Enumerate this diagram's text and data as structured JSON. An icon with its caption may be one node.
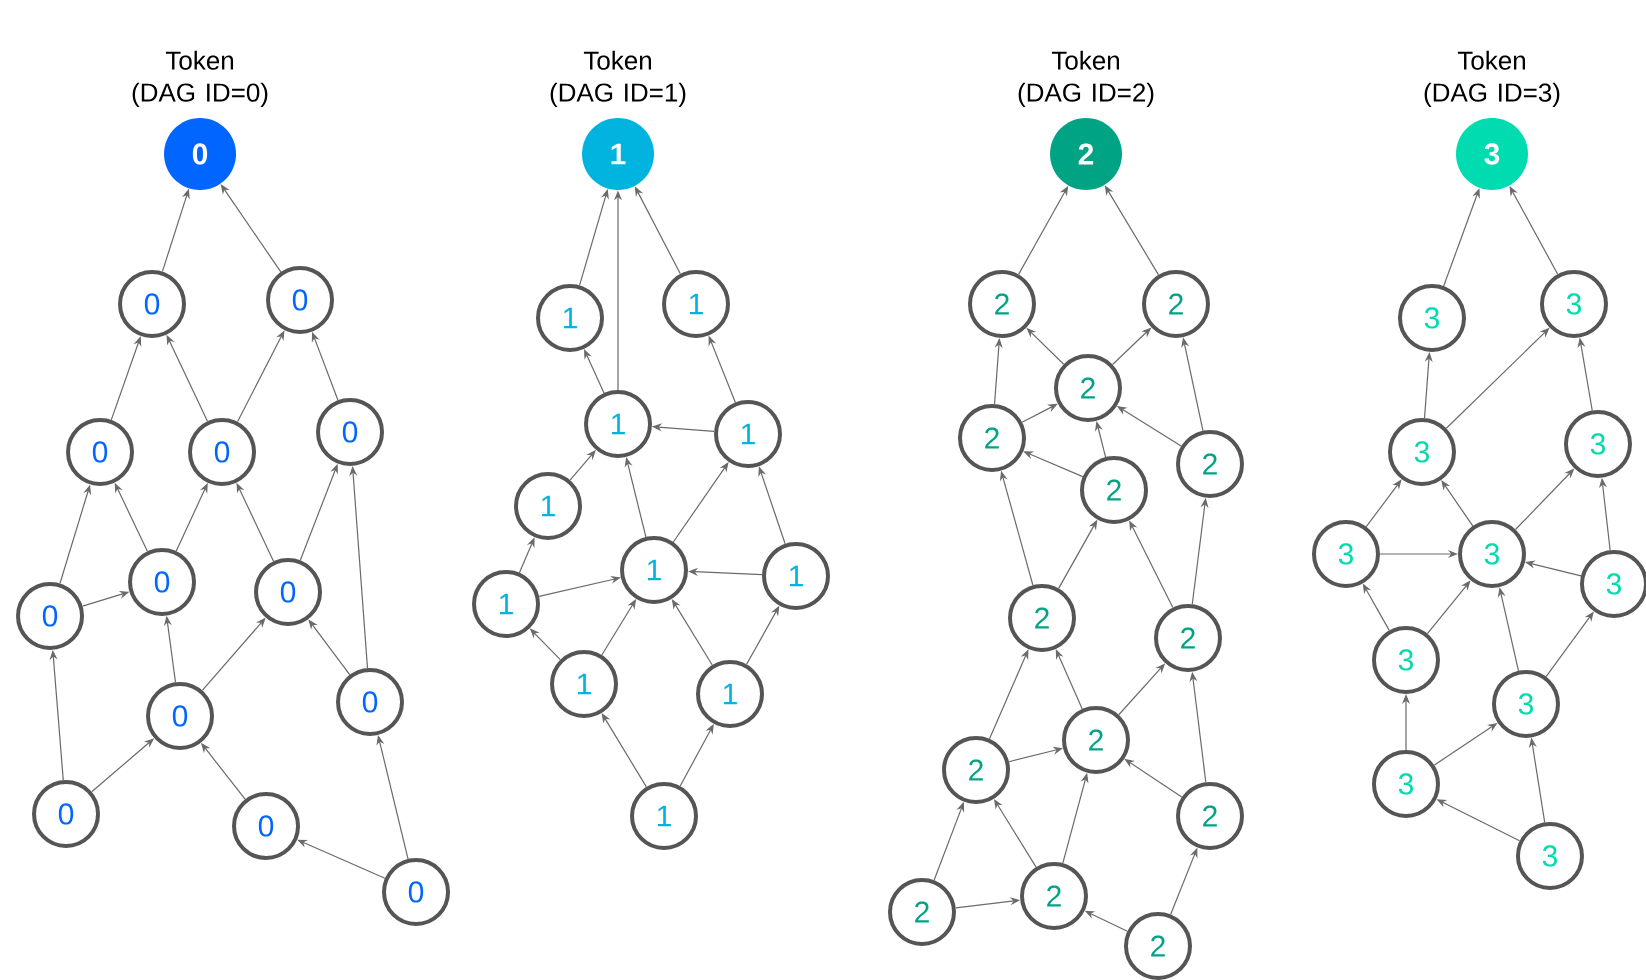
{
  "diagram": {
    "nodes": [
      {
        "text": [
          "Token (DAG ID=0)",
          "0"
        ]
      },
      {
        "text": [
          "0"
        ]
      },
      {
        "text": [
          "0"
        ]
      },
      {
        "text": [
          "0"
        ]
      },
      {
        "text": [
          "0"
        ]
      },
      {
        "text": [
          "0"
        ]
      },
      {
        "text": [
          "0"
        ]
      },
      {
        "text": [
          "0"
        ]
      },
      {
        "text": [
          "0"
        ]
      },
      {
        "text": [
          "0"
        ]
      },
      {
        "text": [
          "0"
        ]
      },
      {
        "text": [
          "0"
        ]
      },
      {
        "text": [
          "0"
        ]
      },
      {
        "text": [
          "0"
        ]
      },
      {
        "text": [
          "Token (DAG ID=1)",
          "1"
        ]
      },
      {
        "text": [
          "1"
        ]
      },
      {
        "text": [
          "1"
        ]
      },
      {
        "text": [
          "1"
        ]
      },
      {
        "text": [
          "1"
        ]
      },
      {
        "text": [
          "1"
        ]
      },
      {
        "text": [
          "1"
        ]
      },
      {
        "text": [
          "1"
        ]
      },
      {
        "text": [
          "1"
        ]
      },
      {
        "text": [
          "1"
        ]
      },
      {
        "text": [
          "1"
        ]
      },
      {
        "text": [
          "1"
        ]
      },
      {
        "text": [
          "Token (DAG ID=2)",
          "2"
        ]
      },
      {
        "text": [
          "2"
        ]
      },
      {
        "text": [
          "2"
        ]
      },
      {
        "text": [
          "2"
        ]
      },
      {
        "text": [
          "2"
        ]
      },
      {
        "text": [
          "2"
        ]
      },
      {
        "text": [
          "2"
        ]
      },
      {
        "text": [
          "2"
        ]
      },
      {
        "text": [
          "2"
        ]
      },
      {
        "text": [
          "2"
        ]
      },
      {
        "text": [
          "2"
        ]
      },
      {
        "text": [
          "2"
        ]
      },
      {
        "text": [
          "2"
        ]
      },
      {
        "text": [
          "2"
        ]
      },
      {
        "text": [
          "2"
        ]
      },
      {
        "text": [
          "Token (DAG ID=3)",
          "3"
        ]
      },
      {
        "text": [
          "3"
        ]
      },
      {
        "text": [
          "3"
        ]
      },
      {
        "text": [
          "3"
        ]
      },
      {
        "text": [
          "3"
        ]
      },
      {
        "text": [
          "3"
        ]
      },
      {
        "text": [
          "3"
        ]
      },
      {
        "text": [
          "3"
        ]
      },
      {
        "text": [
          "3"
        ]
      },
      {
        "text": [
          "3"
        ]
      },
      {
        "text": [
          "3"
        ]
      },
      {
        "text": [
          "3"
        ]
      }
    ],
    "edges": [
      {
        "from": 1,
        "to": 0,
        "arrow": "to"
      },
      {
        "from": 2,
        "to": 0,
        "arrow": "to"
      },
      {
        "from": 3,
        "to": 1,
        "arrow": "to"
      },
      {
        "from": 4,
        "to": 1,
        "arrow": "to"
      },
      {
        "from": 4,
        "to": 2,
        "arrow": "to"
      },
      {
        "from": 5,
        "to": 2,
        "arrow": "to"
      },
      {
        "from": 6,
        "to": 3,
        "arrow": "to"
      },
      {
        "from": 6,
        "to": 4,
        "arrow": "to"
      },
      {
        "from": 7,
        "to": 4,
        "arrow": "to"
      },
      {
        "from": 7,
        "to": 5,
        "arrow": "to"
      },
      {
        "from": 8,
        "to": 3,
        "arrow": "to"
      },
      {
        "from": 8,
        "to": 6,
        "arrow": "to"
      },
      {
        "from": 9,
        "to": 6,
        "arrow": "to"
      },
      {
        "from": 9,
        "to": 7,
        "arrow": "to"
      },
      {
        "from": 10,
        "to": 7,
        "arrow": "to"
      },
      {
        "from": 10,
        "to": 5,
        "arrow": "to"
      },
      {
        "from": 11,
        "to": 8,
        "arrow": "to"
      },
      {
        "from": 11,
        "to": 9,
        "arrow": "to"
      },
      {
        "from": 12,
        "to": 9,
        "arrow": "to"
      },
      {
        "from": 13,
        "to": 12,
        "arrow": "to"
      },
      {
        "from": 13,
        "to": 10,
        "arrow": "to"
      },
      {
        "from": 15,
        "to": 14,
        "arrow": "to"
      },
      {
        "from": 17,
        "to": 14,
        "arrow": "to"
      },
      {
        "from": 16,
        "to": 14,
        "arrow": "to"
      },
      {
        "from": 17,
        "to": 15,
        "arrow": "to"
      },
      {
        "from": 18,
        "to": 16,
        "arrow": "to"
      },
      {
        "from": 18,
        "to": 17,
        "arrow": "to"
      },
      {
        "from": 19,
        "to": 17,
        "arrow": "to"
      },
      {
        "from": 20,
        "to": 17,
        "arrow": "to"
      },
      {
        "from": 20,
        "to": 18,
        "arrow": "to"
      },
      {
        "from": 22,
        "to": 18,
        "arrow": "to"
      },
      {
        "from": 21,
        "to": 19,
        "arrow": "to"
      },
      {
        "from": 21,
        "to": 20,
        "arrow": "to"
      },
      {
        "from": 22,
        "to": 20,
        "arrow": "to"
      },
      {
        "from": 23,
        "to": 21,
        "arrow": "to"
      },
      {
        "from": 23,
        "to": 20,
        "arrow": "to"
      },
      {
        "from": 24,
        "to": 20,
        "arrow": "to"
      },
      {
        "from": 24,
        "to": 22,
        "arrow": "to"
      },
      {
        "from": 25,
        "to": 23,
        "arrow": "to"
      },
      {
        "from": 25,
        "to": 24,
        "arrow": "to"
      },
      {
        "from": 27,
        "to": 26,
        "arrow": "to"
      },
      {
        "from": 28,
        "to": 26,
        "arrow": "to"
      },
      {
        "from": 29,
        "to": 27,
        "arrow": "to"
      },
      {
        "from": 29,
        "to": 28,
        "arrow": "to"
      },
      {
        "from": 30,
        "to": 27,
        "arrow": "to"
      },
      {
        "from": 30,
        "to": 29,
        "arrow": "to"
      },
      {
        "from": 31,
        "to": 29,
        "arrow": "to"
      },
      {
        "from": 31,
        "to": 28,
        "arrow": "to"
      },
      {
        "from": 32,
        "to": 29,
        "arrow": "to"
      },
      {
        "from": 32,
        "to": 30,
        "arrow": "to"
      },
      {
        "from": 33,
        "to": 30,
        "arrow": "to"
      },
      {
        "from": 33,
        "to": 32,
        "arrow": "to"
      },
      {
        "from": 34,
        "to": 32,
        "arrow": "to"
      },
      {
        "from": 34,
        "to": 31,
        "arrow": "to"
      },
      {
        "from": 35,
        "to": 33,
        "arrow": "to"
      },
      {
        "from": 35,
        "to": 34,
        "arrow": "to"
      },
      {
        "from": 36,
        "to": 33,
        "arrow": "to"
      },
      {
        "from": 36,
        "to": 35,
        "arrow": "to"
      },
      {
        "from": 37,
        "to": 35,
        "arrow": "to"
      },
      {
        "from": 37,
        "to": 34,
        "arrow": "to"
      },
      {
        "from": 38,
        "to": 36,
        "arrow": "to"
      },
      {
        "from": 38,
        "to": 39,
        "arrow": "to"
      },
      {
        "from": 39,
        "to": 36,
        "arrow": "to"
      },
      {
        "from": 39,
        "to": 35,
        "arrow": "to"
      },
      {
        "from": 40,
        "to": 39,
        "arrow": "to"
      },
      {
        "from": 40,
        "to": 37,
        "arrow": "to"
      },
      {
        "from": 42,
        "to": 41,
        "arrow": "to"
      },
      {
        "from": 43,
        "to": 41,
        "arrow": "to"
      },
      {
        "from": 44,
        "to": 42,
        "arrow": "to"
      },
      {
        "from": 44,
        "to": 43,
        "arrow": "to"
      },
      {
        "from": 45,
        "to": 43,
        "arrow": "to"
      },
      {
        "from": 46,
        "to": 44,
        "arrow": "to"
      },
      {
        "from": 46,
        "to": 47,
        "arrow": "to"
      },
      {
        "from": 47,
        "to": 44,
        "arrow": "to"
      },
      {
        "from": 47,
        "to": 45,
        "arrow": "to"
      },
      {
        "from": 48,
        "to": 47,
        "arrow": "to"
      },
      {
        "from": 48,
        "to": 45,
        "arrow": "to"
      },
      {
        "from": 49,
        "to": 46,
        "arrow": "to"
      },
      {
        "from": 49,
        "to": 47,
        "arrow": "to"
      },
      {
        "from": 50,
        "to": 47,
        "arrow": "to"
      },
      {
        "from": 50,
        "to": 48,
        "arrow": "to"
      },
      {
        "from": 51,
        "to": 49,
        "arrow": "to"
      },
      {
        "from": 51,
        "to": 50,
        "arrow": "to"
      },
      {
        "from": 52,
        "to": 51,
        "arrow": "to"
      },
      {
        "from": 52,
        "to": 50,
        "arrow": "to"
      }
    ]
  }
}
